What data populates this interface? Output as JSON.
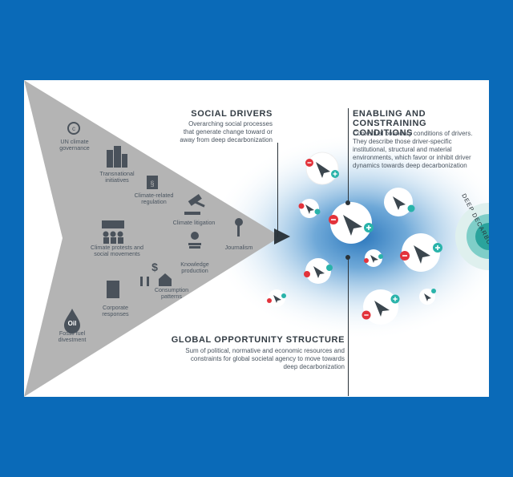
{
  "drivers": [
    {
      "label": "UN climate governance"
    },
    {
      "label": "Transnational initiatives"
    },
    {
      "label": "Climate-related regulation"
    },
    {
      "label": "Climate litigation"
    },
    {
      "label": "Journalism"
    },
    {
      "label": "Climate protests and social movements"
    },
    {
      "label": "Knowledge production"
    },
    {
      "label": "Consumption patterns"
    },
    {
      "label": "Corporate responses"
    },
    {
      "label": "Fossil fuel divestment"
    }
  ],
  "oil_text": "Oil",
  "social_drivers": {
    "title": "SOCIAL DRIVERS",
    "description": "Overarching social processes that generate change toward or away from deep decarbonization"
  },
  "enabling": {
    "title": "ENABLING AND CONSTRAINING CONDITIONS",
    "description": "Contextual boundary conditions of drivers. They describe those driver-specific institutional, structural and material environments, which favor or inhibit driver dynamics towards deep decarbonization"
  },
  "global": {
    "title": "GLOBAL OPPORTUNITY STRUCTURE",
    "description": "Sum of political, normative and economic resources and constraints for global societal agency to move towards deep decarbonization"
  },
  "deep_decarb": "DEEP DECARBONISATION",
  "colors": {
    "background": "#0a6ab8",
    "arrow": "#b4b4b4",
    "icon": "#4a525b",
    "glow": "#1f6fb8",
    "minus": "#e2333b",
    "plus": "#29b3aa",
    "target": "#2aa39c"
  }
}
